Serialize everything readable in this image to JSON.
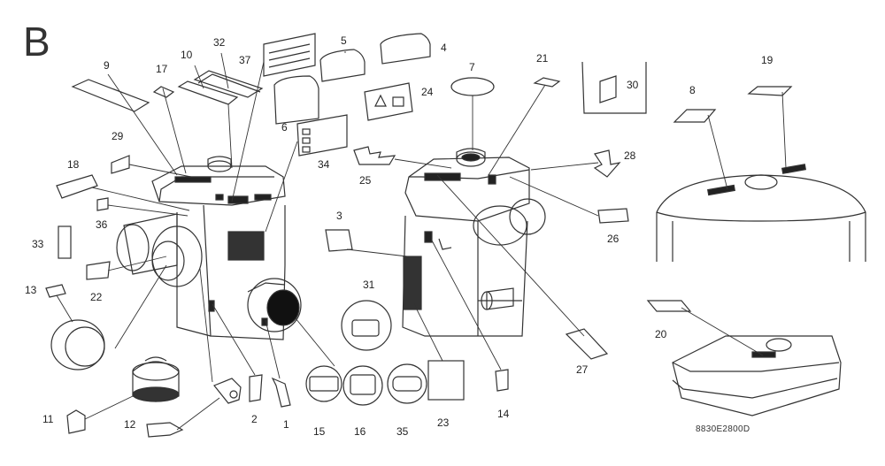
{
  "section": "B",
  "diagram_code": "8830E2800D",
  "callouts": [
    {
      "n": "9"
    },
    {
      "n": "17"
    },
    {
      "n": "10"
    },
    {
      "n": "32"
    },
    {
      "n": "37"
    },
    {
      "n": "5"
    },
    {
      "n": "4"
    },
    {
      "n": "7"
    },
    {
      "n": "21"
    },
    {
      "n": "30"
    },
    {
      "n": "8"
    },
    {
      "n": "19"
    },
    {
      "n": "24"
    },
    {
      "n": "29"
    },
    {
      "n": "6"
    },
    {
      "n": "34"
    },
    {
      "n": "28"
    },
    {
      "n": "25"
    },
    {
      "n": "18"
    },
    {
      "n": "36"
    },
    {
      "n": "3"
    },
    {
      "n": "26"
    },
    {
      "n": "33"
    },
    {
      "n": "22"
    },
    {
      "n": "31"
    },
    {
      "n": "13"
    },
    {
      "n": "20"
    },
    {
      "n": "27"
    },
    {
      "n": "11"
    },
    {
      "n": "12"
    },
    {
      "n": "2"
    },
    {
      "n": "1"
    },
    {
      "n": "15"
    },
    {
      "n": "16"
    },
    {
      "n": "35"
    },
    {
      "n": "23"
    },
    {
      "n": "14"
    }
  ]
}
